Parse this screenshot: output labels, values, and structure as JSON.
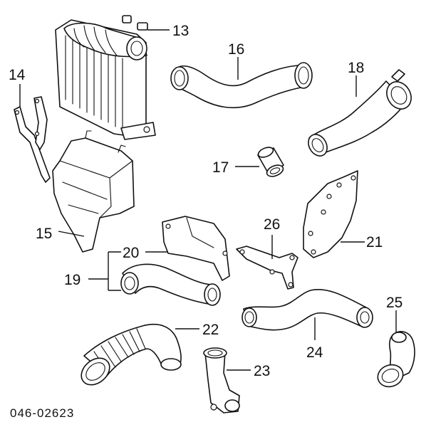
{
  "diagram": {
    "callouts": {
      "c13": "13",
      "c14": "14",
      "c15": "15",
      "c16": "16",
      "c17": "17",
      "c18": "18",
      "c19": "19",
      "c20": "20",
      "c21": "21",
      "c22": "22",
      "c23": "23",
      "c24": "24",
      "c25": "25",
      "c26": "26"
    },
    "drawing_code": "046-02623"
  }
}
